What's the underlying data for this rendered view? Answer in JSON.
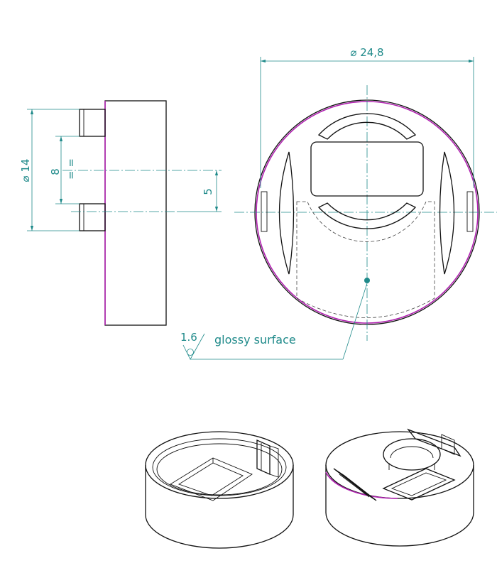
{
  "side_view": {
    "diameter_label": "⌀ 14",
    "spacing_label": "8",
    "equal_label": "= =",
    "offset_label": "5"
  },
  "front_view": {
    "diameter_label": "⌀ 24,8"
  },
  "surface_finish": {
    "roughness_value": "1.6",
    "note": "glossy surface"
  },
  "colors": {
    "line": "#111111",
    "dimension": "#1f8a8a",
    "accent": "#b020b0"
  }
}
